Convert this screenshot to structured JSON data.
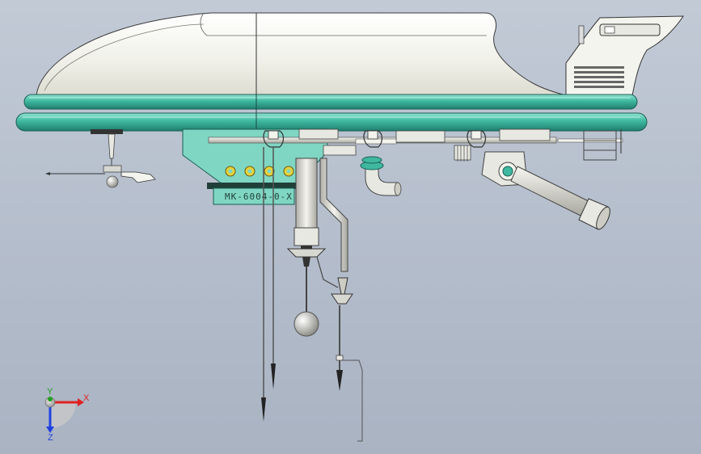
{
  "model": {
    "plate_label": "MK-6004-0-X"
  },
  "triad": {
    "x_label": "X",
    "y_label": "Y",
    "z_label": "Z"
  },
  "colors": {
    "background_top": "#c2cad6",
    "background_bottom": "#a9b3c2",
    "hull": "#f1f1ea",
    "rail": "#3fb8a0",
    "bracket": "#7fd6c3",
    "bolt": "#e8d23a",
    "steel": "#d8d8d2",
    "axis_x": "#e02020",
    "axis_y": "#20a020",
    "axis_z": "#2040e0"
  }
}
